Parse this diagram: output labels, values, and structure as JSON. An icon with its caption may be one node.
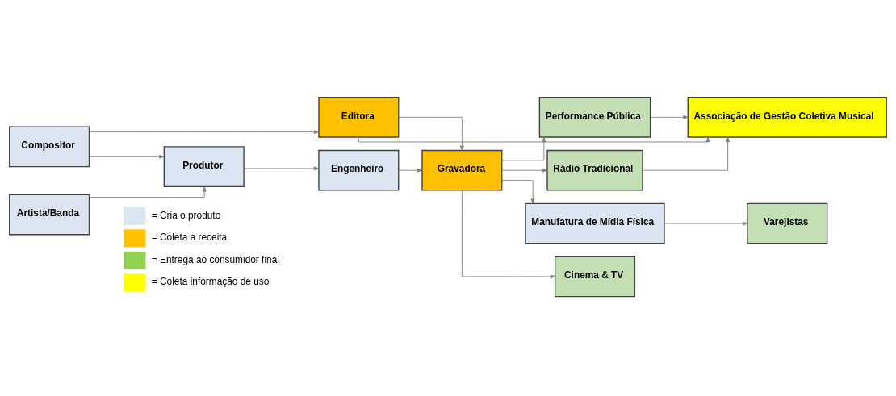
{
  "diagram": {
    "nodes": [
      {
        "text": [
          "Compositor"
        ]
      },
      {
        "text": [
          "Editora"
        ]
      },
      {
        "text": [
          "Produtor"
        ]
      },
      {
        "text": [
          "Engenheiro"
        ]
      },
      {
        "text": [
          "Gravadora"
        ]
      },
      {
        "text": [
          "Manufatura de Mídia Física"
        ]
      },
      {
        "text": [
          "Varejistas"
        ]
      },
      {
        "text": [
          "Artista/Banda"
        ]
      },
      {
        "text": [
          "Rádio Tradicional"
        ]
      },
      {
        "text": [
          "Associação de Gestão Coletiva Musical"
        ]
      },
      {
        "text": [
          "Performance Pública"
        ]
      },
      {
        "text": [
          "Cinema & TV"
        ]
      }
    ],
    "edges": [
      {
        "from": 0,
        "to": 1,
        "arrow": "to"
      },
      {
        "from": 0,
        "to": 2,
        "arrow": "to"
      },
      {
        "from": 7,
        "to": 2,
        "arrow": "to"
      },
      {
        "from": 1,
        "to": 4,
        "arrow": "to"
      },
      {
        "from": 2,
        "to": 3,
        "arrow": "to"
      },
      {
        "from": 3,
        "to": 4,
        "arrow": "to"
      },
      {
        "from": 4,
        "to": 5,
        "arrow": "to"
      },
      {
        "from": 4,
        "to": 8,
        "arrow": "to"
      },
      {
        "from": 4,
        "to": 10,
        "arrow": "to"
      },
      {
        "from": 4,
        "to": 11,
        "arrow": "to"
      },
      {
        "from": 5,
        "to": 6,
        "arrow": "to"
      },
      {
        "from": 8,
        "to": 9,
        "arrow": "to"
      },
      {
        "from": 10,
        "to": 9,
        "arrow": "to"
      },
      {
        "from": 1,
        "to": 9,
        "arrow": "to"
      }
    ],
    "legend": [
      {
        "text": "= Cria o produto",
        "color": "#dce6f2"
      },
      {
        "text": "= Coleta a receita",
        "color": "#ffc000"
      },
      {
        "text": "= Entrega ao consumidor final",
        "color": "#92d050"
      },
      {
        "text": "= Coleta informação de uso",
        "color": "#ffff00"
      }
    ]
  }
}
